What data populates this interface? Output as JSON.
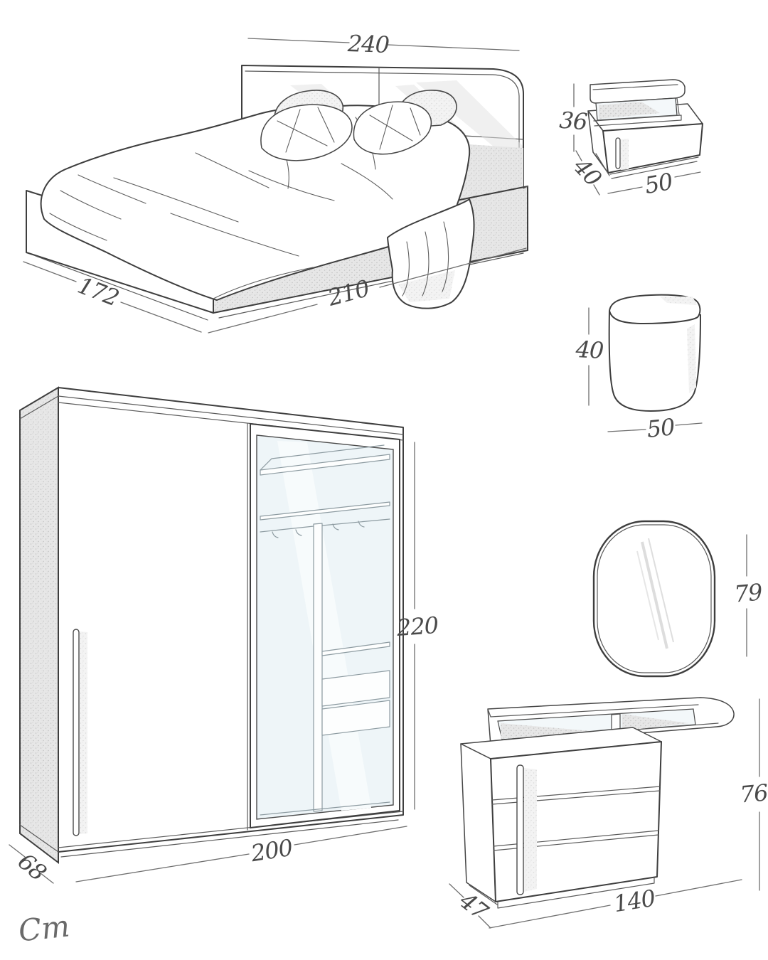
{
  "diagram": {
    "ink_color": "#3e3e3e",
    "dimension_line_color": "#6e6e6e",
    "label_color": "#4a4a4a",
    "glass_tint": "#eef5f8",
    "background": "#ffffff"
  },
  "furniture": {
    "bed": {
      "width_cm": "240",
      "depth_cm": "172",
      "length_cm": "210"
    },
    "nightstand": {
      "height_cm": "36",
      "depth_cm": "40",
      "width_cm": "50"
    },
    "pouf": {
      "height_cm": "40",
      "width_cm": "50"
    },
    "wardrobe": {
      "height_cm": "220",
      "width_cm": "200",
      "depth_cm": "68"
    },
    "mirror": {
      "height_cm": "79"
    },
    "dresser": {
      "height_cm": "76",
      "width_cm": "140",
      "depth_cm": "47"
    }
  },
  "signature": "Cm"
}
